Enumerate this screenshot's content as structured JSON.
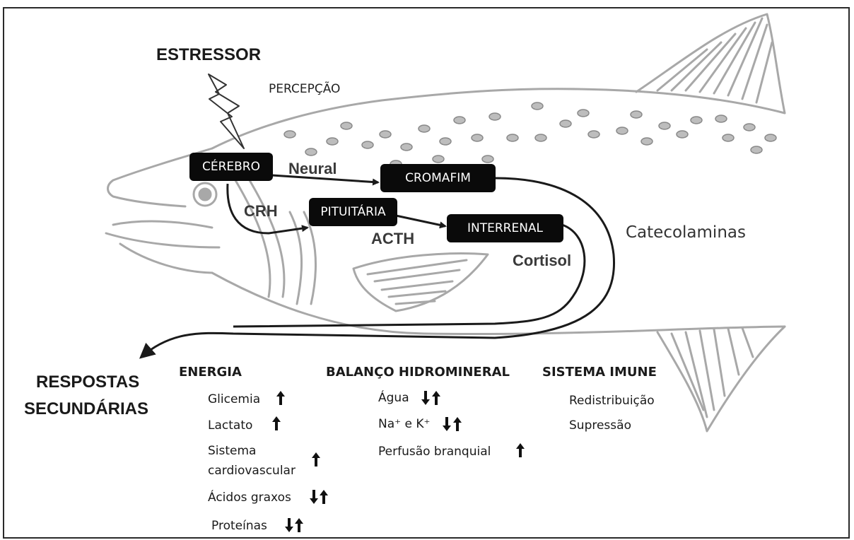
{
  "stressor": "ESTRESSOR",
  "perception": "PERCEPÇÃO",
  "boxes": {
    "brain": "CÉREBRO",
    "chromaffin": "CROMAFIM",
    "pituitary": "PITUITÁRIA",
    "interrenal": "INTERRENAL"
  },
  "pathways": {
    "neural": "Neural",
    "crh": "CRH",
    "acth": "ACTH",
    "cortisol": "Cortisol",
    "catecholamines": "Catecolaminas"
  },
  "responses": {
    "title_line1": "RESPOSTAS",
    "title_line2": "SECUNDÁRIAS",
    "energy": {
      "heading": "ENERGIA",
      "items": [
        "Glicemia",
        "Lactato",
        "Sistema",
        "cardiovascular",
        "Ácidos graxos",
        "Proteínas"
      ]
    },
    "hydromineral": {
      "heading": "BALANÇO HIDROMINERAL",
      "items": [
        "Água",
        "Na⁺ e K⁺",
        "Perfusão branquial"
      ]
    },
    "immune": {
      "heading": "SISTEMA IMUNE",
      "items": [
        "Redistribuição",
        "Supressão"
      ]
    }
  },
  "colors": {
    "box_fill": "#0a0a0a",
    "fish_outline": "#a8a8a8",
    "arrow": "#1a1a1a"
  }
}
